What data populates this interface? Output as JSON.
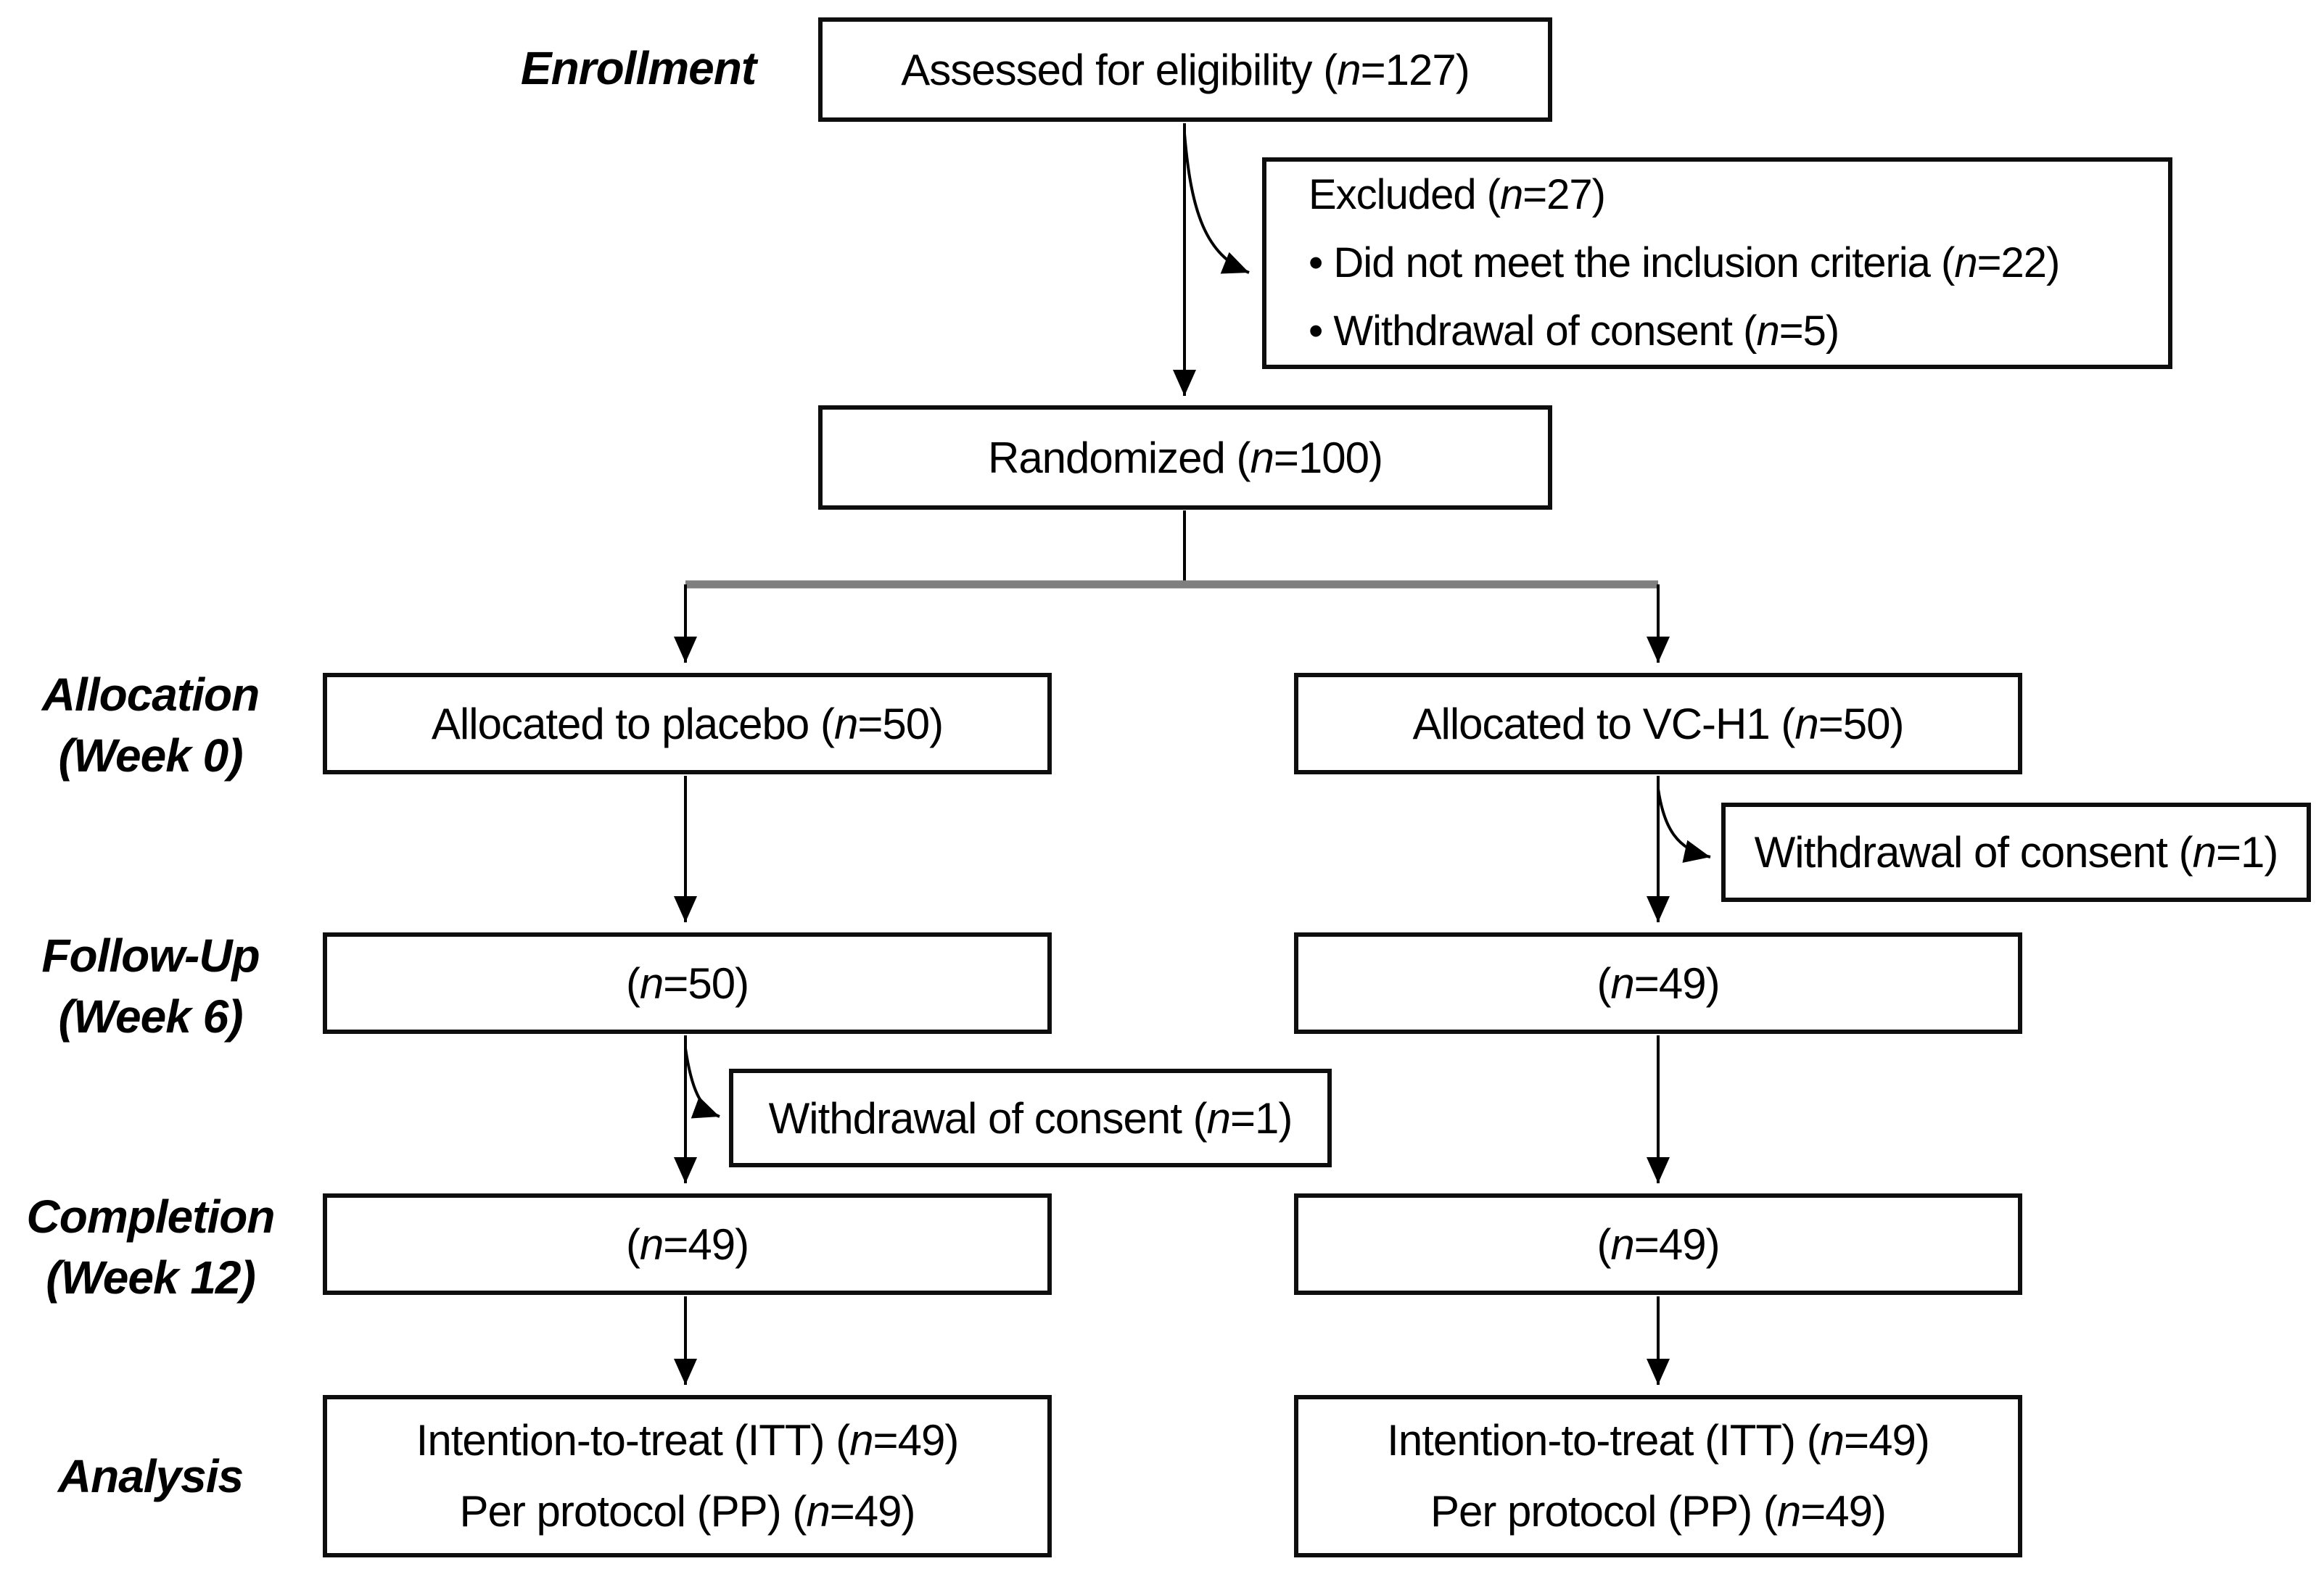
{
  "diagram": {
    "title_hint": "CONSORT participant flow diagram",
    "side_labels": {
      "enrollment": "Enrollment",
      "allocation_1": "Allocation",
      "allocation_2": "(Week 0)",
      "followup_1": "Follow-Up",
      "followup_2": "(Week 6)",
      "completion_1": "Completion",
      "completion_2": "(Week 12)",
      "analysis": "Analysis"
    },
    "boxes": {
      "assessed": "Assessed for eligibility (n=127)",
      "excluded_title": "Excluded (n=27)",
      "excluded_items": [
        "• Did not meet the inclusion criteria (n=22)",
        "• Withdrawal of consent (n=5)"
      ],
      "randomized": "Randomized (n=100)",
      "alloc_left": "Allocated to placebo (n=50)",
      "alloc_right": "Allocated to VC-H1 (n=50)",
      "withdraw_right": "Withdrawal of consent (n=1)",
      "withdraw_left": "Withdrawal of consent (n=1)",
      "followup_left": "(n=50)",
      "followup_right": "(n=49)",
      "completion_left": "(n=49)",
      "completion_right": "(n=49)",
      "analysis_left": [
        "Intention-to-treat (ITT) (n=49)",
        "Per protocol (PP) (n=49)"
      ],
      "analysis_right": [
        "Intention-to-treat (ITT) (n=49)",
        "Per protocol (PP) (n=49)"
      ]
    },
    "colors": {
      "line": "#000000",
      "splitter_line": "#7f7f7f",
      "box_border": "#0e0e0e",
      "background": "#ffffff",
      "text": "#000000"
    }
  }
}
